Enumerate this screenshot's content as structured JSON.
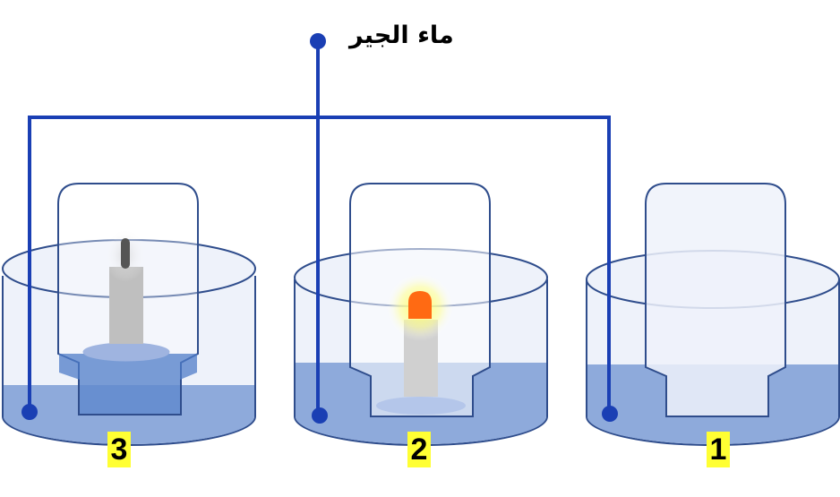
{
  "title": "ماء الجير",
  "labels": [
    "1",
    "2",
    "3"
  ],
  "colors": {
    "wire": "#1a3fb4",
    "water": "#8eaadb",
    "container_outline": "#2f4d8c",
    "flame": "#ff6a13",
    "label_bg": "#ffff33"
  }
}
